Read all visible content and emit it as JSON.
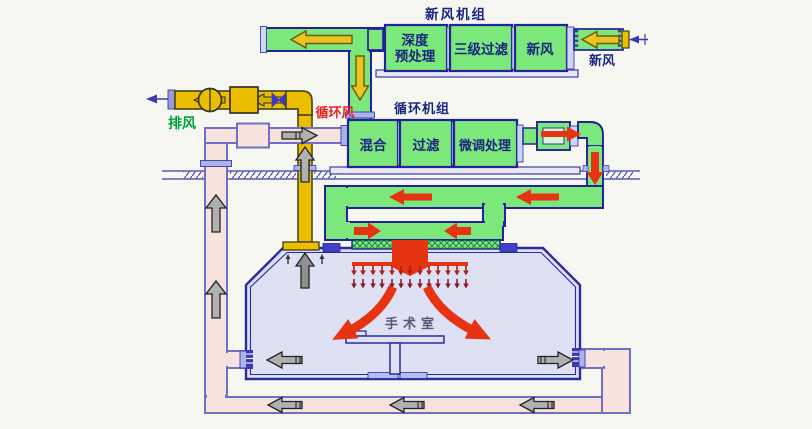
{
  "diagram_type": "hospital-operating-room-hvac-schematic",
  "labels": {
    "fresh_air_unit": "新风机组",
    "deep_pretreatment_line1": "深度",
    "deep_pretreatment_line2": "预处理",
    "three_stage_filtration": "三级过滤",
    "fresh_air_module": "新风",
    "fresh_air_inlet": "新风",
    "exhaust_air": "排风",
    "circulating_air": "循环风",
    "circulation_unit": "循环机组",
    "mixing": "混合",
    "filtration": "过滤",
    "fine_tuning_treatment": "微调处理",
    "operating_room": "手术室"
  },
  "units": {
    "fresh_air_unit_modules": [
      "深度预处理",
      "三级过滤",
      "新风"
    ],
    "circulation_unit_modules": [
      "混合",
      "过滤",
      "微调处理"
    ]
  },
  "flow_arrows": [
    {
      "name": "fresh-air-inlet-arrow",
      "color": "yellow",
      "direction": "left"
    },
    {
      "name": "fresh-air-branch-arrow",
      "color": "yellow",
      "direction": "down"
    },
    {
      "name": "exhaust-duct-arrow",
      "color": "gray",
      "direction": "left"
    },
    {
      "name": "supply-duct-arrows",
      "color": "red",
      "direction": "left"
    },
    {
      "name": "plenum-converging-arrows",
      "color": "red",
      "direction": "inward"
    },
    {
      "name": "room-supply-arrows",
      "color": "red",
      "direction": "down"
    },
    {
      "name": "return-riser-arrows",
      "color": "gray",
      "direction": "up"
    },
    {
      "name": "return-bottom-duct-arrows",
      "color": "gray",
      "direction": "left"
    },
    {
      "name": "room-exit-grille-arrows",
      "color": "gray",
      "direction": "outward"
    }
  ],
  "colors": {
    "duct_green": "#7ce87c",
    "duct_yellow": "#edbe00",
    "duct_pink": "#f7e2de",
    "room_fill": "#dee0f4",
    "border_blue": "#22229a",
    "arrow_red": "#e63312",
    "arrow_gray": "#b0b0b0",
    "label_navy": "#1b2580",
    "label_green": "#00a23c",
    "label_red": "#e62222",
    "background": "#f7f7f2"
  }
}
